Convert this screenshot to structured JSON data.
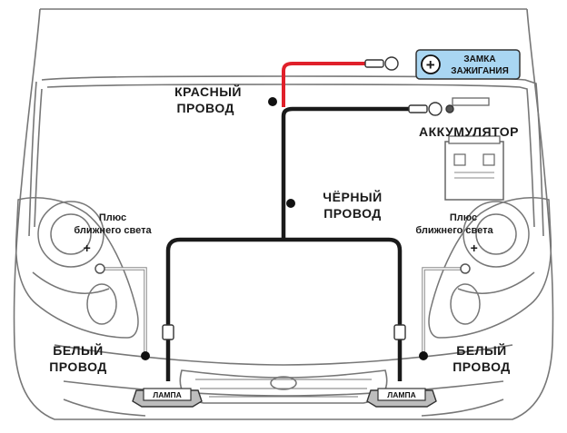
{
  "labels": {
    "ignition_line1": "ЗАМКА",
    "ignition_line2": "ЗАЖИГАНИЯ",
    "plus_sign": "+",
    "red_wire_line1": "КРАСНЫЙ",
    "red_wire_line2": "ПРОВОД",
    "battery": "АККУМУЛЯТОР",
    "black_wire_line1": "ЧЁРНЫЙ",
    "black_wire_line2": "ПРОВОД",
    "left_plus_line1": "Плюс",
    "left_plus_line2": "ближнего света",
    "left_plus_sign": "+",
    "right_plus_line1": "Плюс",
    "right_plus_line2": "ближнего света",
    "right_plus_sign": "+",
    "left_white_line1": "БЕЛЫЙ",
    "left_white_line2": "ПРОВОД",
    "right_white_line1": "БЕЛЫЙ",
    "right_white_line2": "ПРОВОД",
    "left_lamp": "ЛАМПА",
    "right_lamp": "ЛАМПА"
  },
  "colors": {
    "red_wire": "#e0202a",
    "black_wire": "#1a1a1a",
    "ignition_box": "#a9d6f2",
    "outline": "#666666"
  },
  "icons": [
    "plus-icon",
    "ring-terminal-icon",
    "battery-icon",
    "headlight-icon",
    "lamp-connector-icon"
  ]
}
